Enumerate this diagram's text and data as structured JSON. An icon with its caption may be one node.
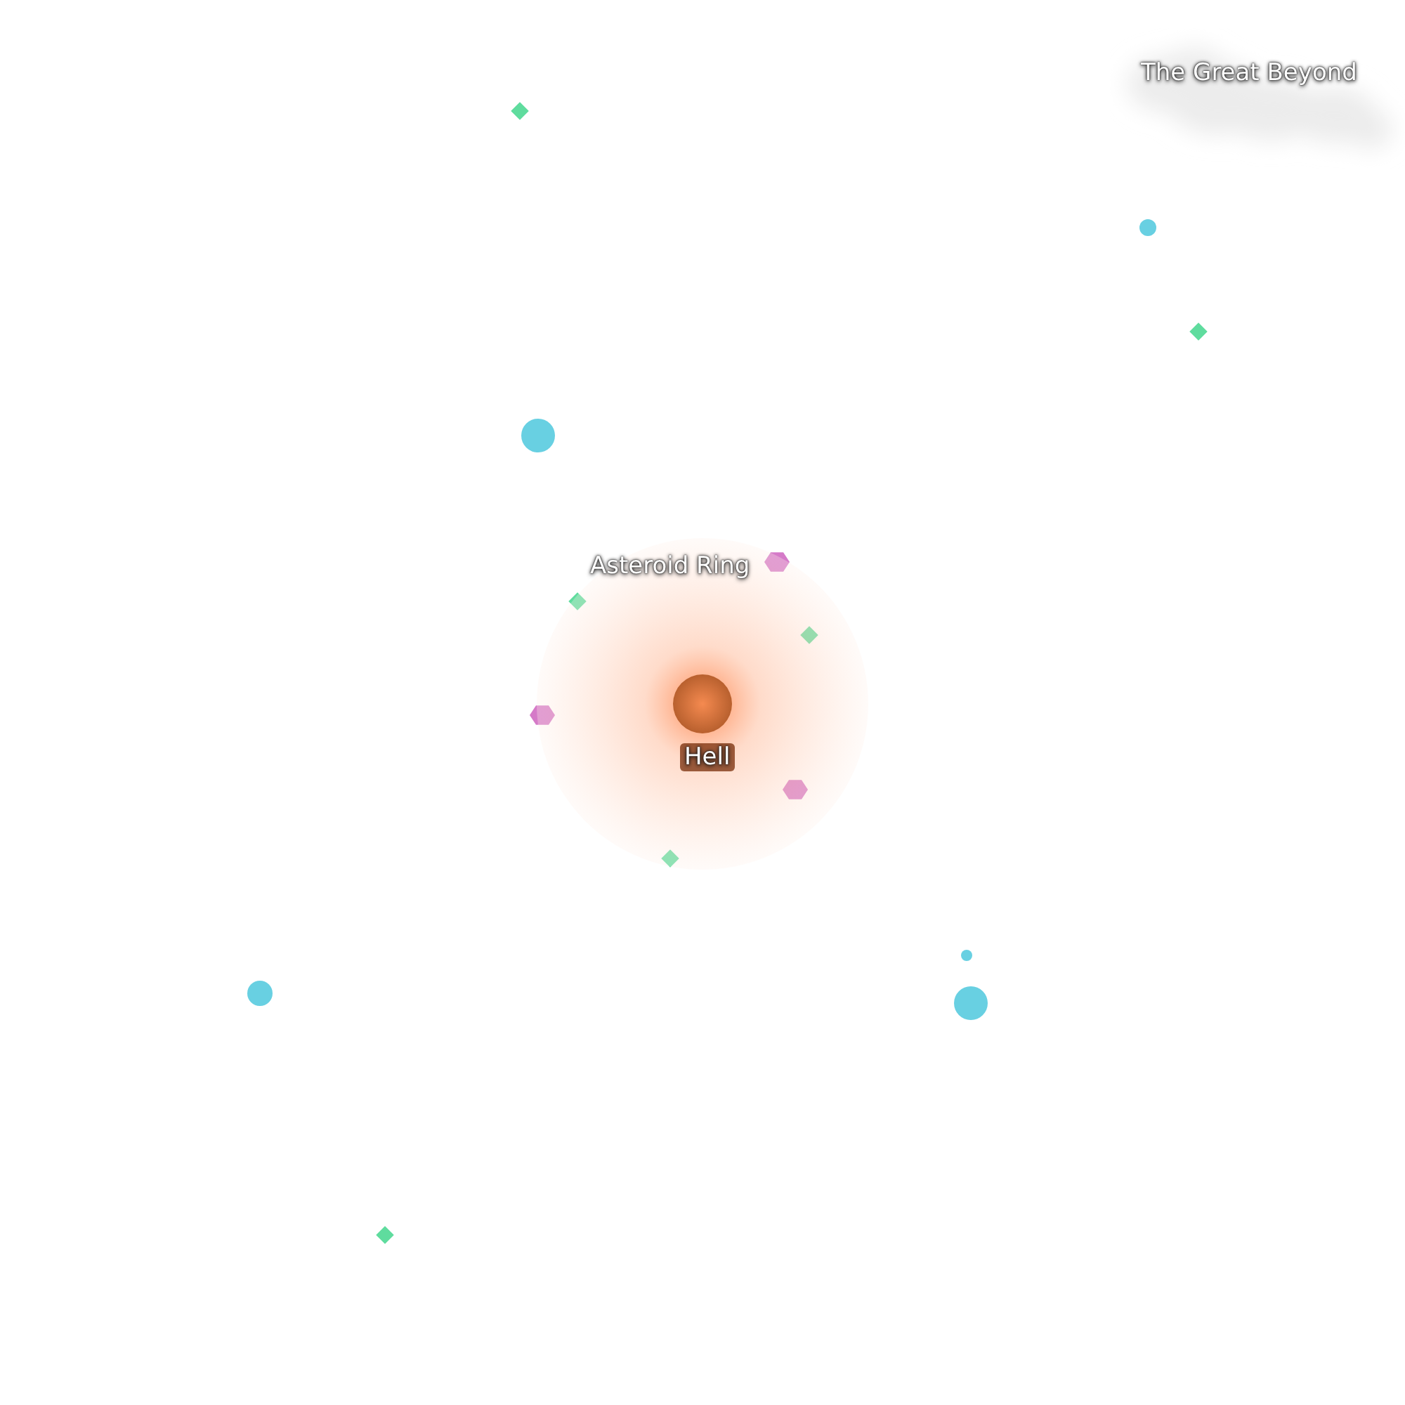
{
  "diagram": {
    "nodes": [
      {
        "text": [
          "The Great Beyond"
        ]
      },
      {
        "text": [
          "Hell"
        ]
      }
    ],
    "labels": [
      "Asteroid Ring"
    ]
  }
}
